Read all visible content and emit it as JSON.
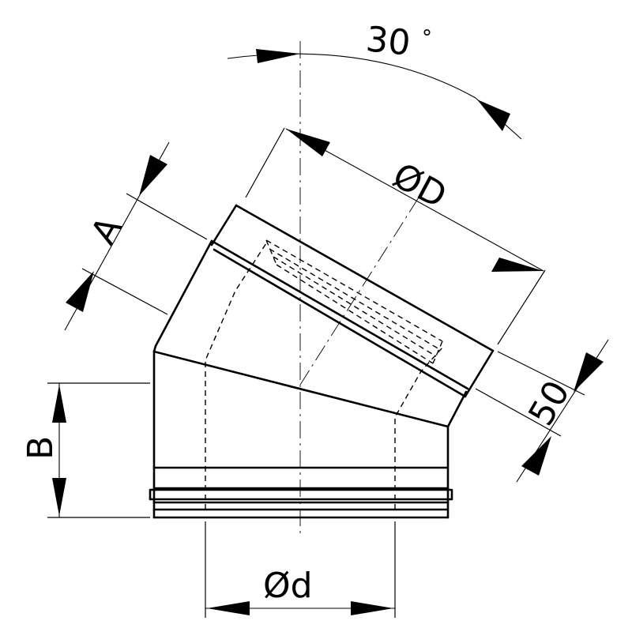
{
  "labels": {
    "angle": "30",
    "angle_unit": "°",
    "diameter_outer": "ØD",
    "diameter_inner": "Ød",
    "dim_a": "A",
    "dim_b": "B",
    "dim_socket": "50"
  }
}
